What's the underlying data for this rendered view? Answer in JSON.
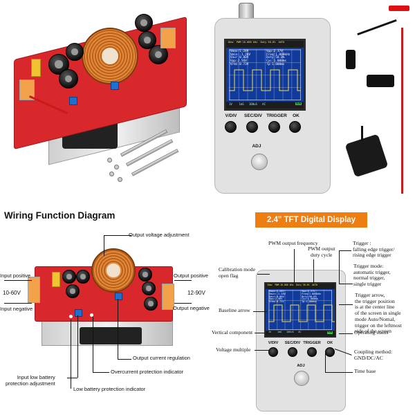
{
  "colors": {
    "board_red": "#d9282c",
    "screen_blue": "#103a9c",
    "banner_orange": "#ee7d12",
    "waveform_yellow": "#f3e04a",
    "trimmer_blue": "#1f6fd1"
  },
  "top_product": {
    "screen": {
      "status_bar": "16mv  PWM 16.000 kHz  Duty 50.0%  AUTO",
      "readout_left": "Vmax:1.28V\nVmin:-1.28V\nVavr:0.00V\nVpp:2.56V\nVrms:0.73V",
      "readout_right": "Vpp:2.37V\nFreq:1.000kHz\nDuty:50.0%\nCyc:1.000ms\nTp:1.000ms",
      "bottom_bar": "1V    1mS   100uS   AC",
      "ok_tag": "RUN"
    },
    "buttons": [
      "V/DIV",
      "SEC/DIV",
      "TRIGGER",
      "OK"
    ],
    "knob_label": "ADJ"
  },
  "wiring": {
    "title": "Wiring Function Diagram",
    "labels": {
      "output_voltage_adjustment": "Output voltage adjustment",
      "input_positive": "Input positive",
      "input_range": "10-60V",
      "input_negative": "Input negative",
      "output_positive": "Output positive",
      "output_range": "12-90V",
      "output_negative": "Output negative",
      "output_current_regulation": "Output current regulation",
      "overcurrent_indicator": "Overcurrent protection indicator",
      "low_battery_adjustment": "Input low battery\nprotection adjustment",
      "low_battery_indicator": "Low battery protection indicator"
    }
  },
  "display": {
    "banner": "2.4\" TFT Digital Display",
    "labels": {
      "pwm_frequency": "PWM output frequency",
      "pwm_duty": "PWM output\nduty cycle",
      "trigger": "Trigger :\nfalling edge trigger/\nrising edge trigger",
      "calibration": "Calibration mode\nopen flag",
      "trigger_mode": "Trigger mode:\nautomatic trigger,\nnormal trigger,\nsingle trigger",
      "baseline": "Baseline arrow",
      "trigger_arrow": "Trigger arrow,\nthe trigger position\nis at the center line\nof the screen in single\nmode Auto/Nomal,\ntrigger on the leftmost\nside of the screen",
      "vertical": "Vertical component",
      "operating": "Operating status",
      "voltage_multiple": "Voltage multiple",
      "coupling": "Coupling method:\nGND/DC/AC",
      "time_base": "Time base"
    },
    "screen": {
      "status_bar": "16mv  PWM 16.000 kHz  Duty 50.0%  AUTO",
      "readout_left": "Vmax:1.28V\nVmin:-1.28V\nVavr:0.00V\nVpp:2.56V\nVrms:0.73V",
      "readout_right": "Vpp:2.37V\nFreq:1.000kHz\nDuty:50.0%\nCyc:1.000ms\nTp:1.000ms",
      "bottom_bar": "1V    1mS   100uS   AC",
      "ok_tag": "RUN"
    },
    "buttons": [
      "V/DIV",
      "SEC/DIV",
      "TRIGGER",
      "OK"
    ],
    "knob_label": "ADJ"
  }
}
